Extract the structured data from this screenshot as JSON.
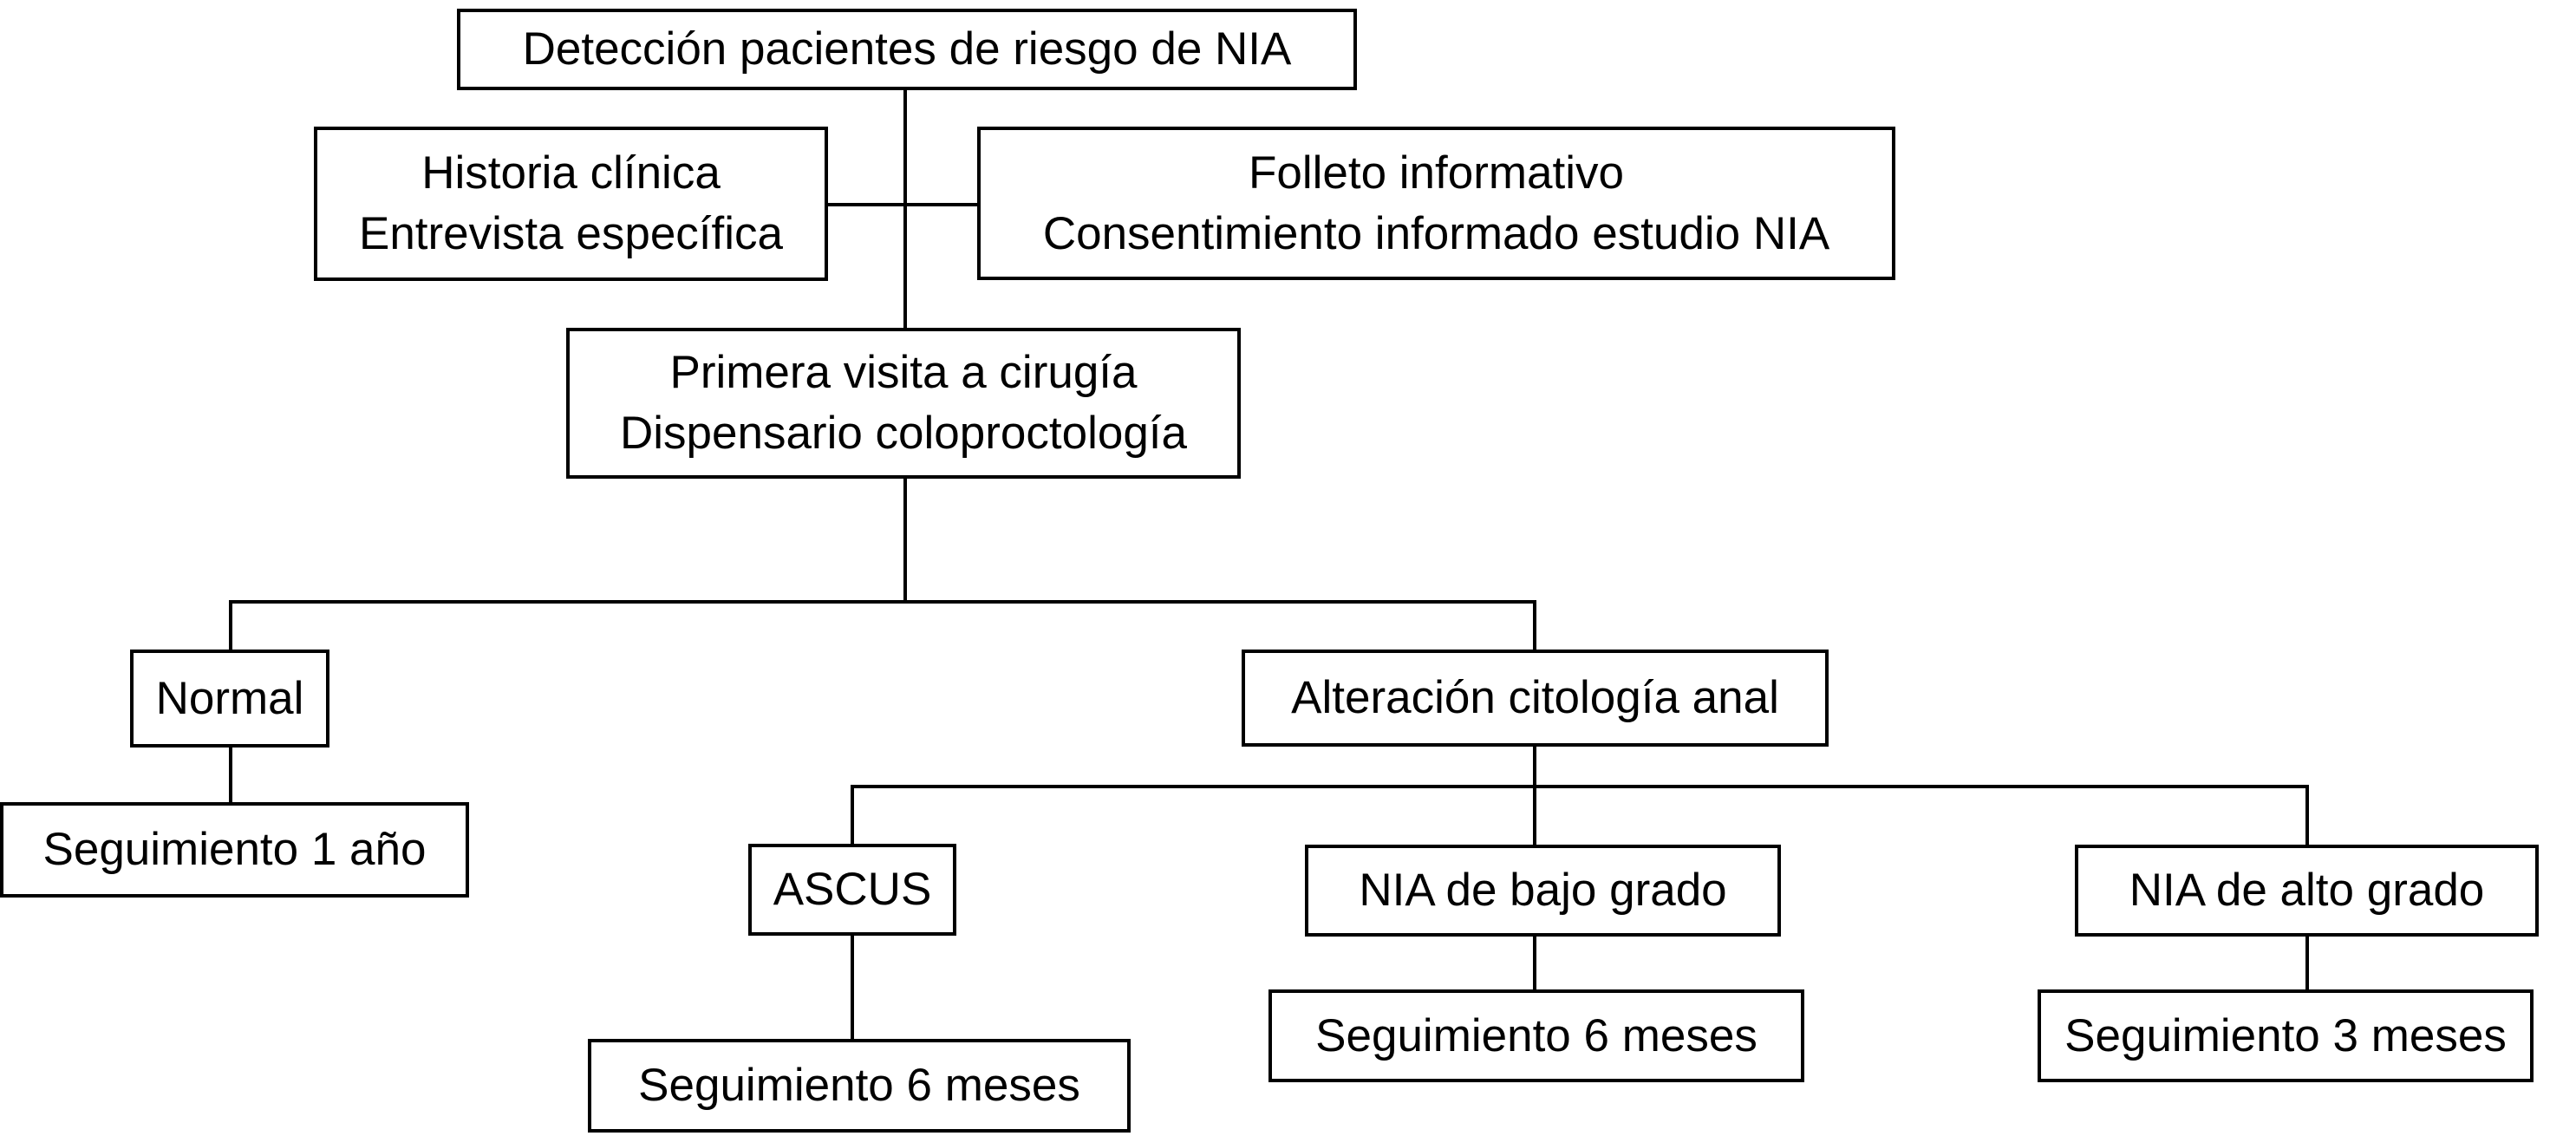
{
  "diagram": {
    "type": "flowchart",
    "language": "es",
    "colors": {
      "background": "#ffffff",
      "box_border": "#000000",
      "box_fill": "#ffffff",
      "text": "#000000",
      "line": "#000000"
    },
    "nodes": {
      "deteccion": {
        "label": "Detección pacientes de riesgo de NIA"
      },
      "historia": {
        "line1": "Historia clínica",
        "line2": "Entrevista específica"
      },
      "folleto": {
        "line1": "Folleto informativo",
        "line2": "Consentimiento informado estudio NIA"
      },
      "primera": {
        "line1": "Primera visita a cirugía",
        "line2": "Dispensario coloproctología"
      },
      "normal": {
        "label": "Normal"
      },
      "alteracion": {
        "label": "Alteración citología anal"
      },
      "seg_1_ano": {
        "label": "Seguimiento 1 año"
      },
      "ascus": {
        "label": "ASCUS"
      },
      "nia_bajo": {
        "label": "NIA de bajo grado"
      },
      "nia_alto": {
        "label": "NIA de alto grado"
      },
      "seg_6_meses_ascus": {
        "label": "Seguimiento 6 meses"
      },
      "seg_6_meses_bajo": {
        "label": "Seguimiento 6 meses"
      },
      "seg_3_meses_alto": {
        "label": "Seguimiento 3 meses"
      }
    },
    "edges": [
      {
        "from": "deteccion",
        "to": "historia"
      },
      {
        "from": "deteccion",
        "to": "folleto"
      },
      {
        "from": "deteccion",
        "to": "primera"
      },
      {
        "from": "primera",
        "to": "normal"
      },
      {
        "from": "primera",
        "to": "alteracion"
      },
      {
        "from": "normal",
        "to": "seg_1_ano"
      },
      {
        "from": "alteracion",
        "to": "ascus"
      },
      {
        "from": "alteracion",
        "to": "nia_bajo"
      },
      {
        "from": "alteracion",
        "to": "nia_alto"
      },
      {
        "from": "ascus",
        "to": "seg_6_meses_ascus"
      },
      {
        "from": "nia_bajo",
        "to": "seg_6_meses_bajo"
      },
      {
        "from": "nia_alto",
        "to": "seg_3_meses_alto"
      }
    ]
  }
}
